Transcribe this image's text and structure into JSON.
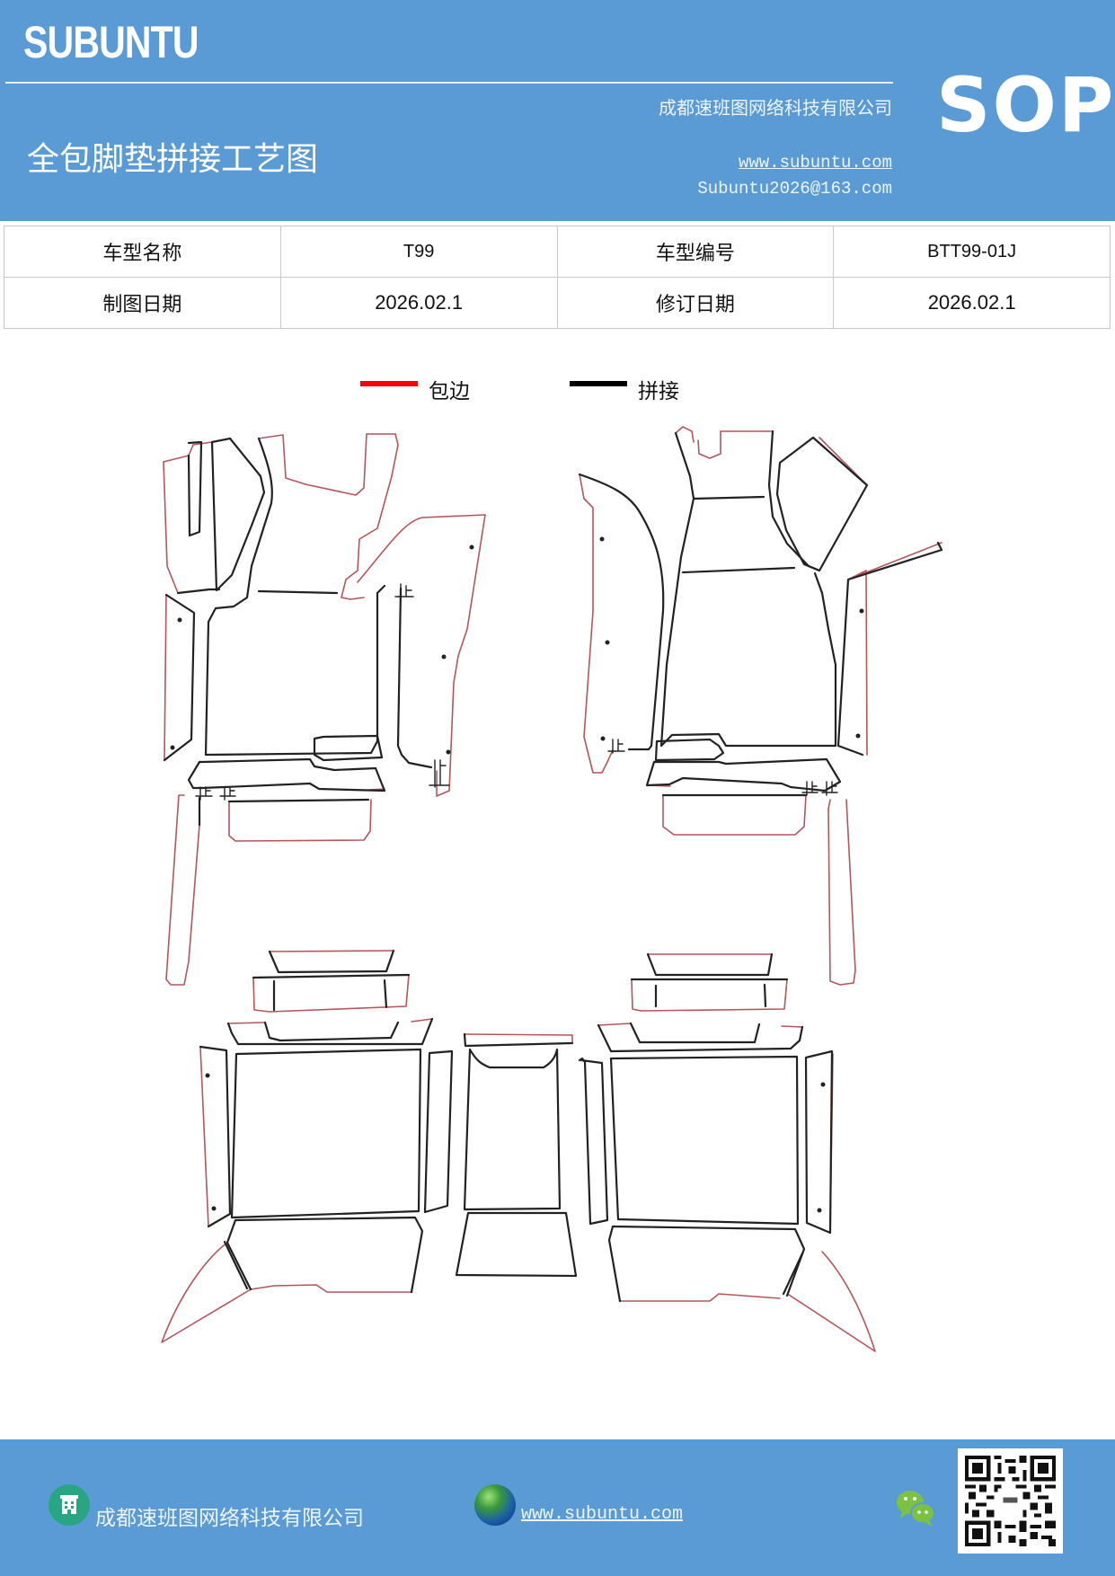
{
  "header": {
    "brand": "SUBUNTU",
    "title": "全包脚垫拼接工艺图",
    "company": "成都速班图网络科技有限公司",
    "website": "www.subuntu.com",
    "email": "Subuntu2026@163.com",
    "badge": "SOP",
    "background_color": "#5b9bd5"
  },
  "info_table": {
    "rows": [
      [
        {
          "label": "车型名称",
          "value": "T99"
        },
        {
          "label": "车型编号",
          "value": "BTT99-01J"
        }
      ],
      [
        {
          "label": "制图日期",
          "value": "2026.02.1"
        },
        {
          "label": "修订日期",
          "value": "2026.02.1"
        }
      ]
    ]
  },
  "legend": {
    "items": [
      {
        "label": "包边",
        "color": "#ff0000"
      },
      {
        "label": "拼接",
        "color": "#000000"
      }
    ]
  },
  "drawing": {
    "description": "Full-surround car floor mat splicing pattern pieces",
    "edge_colors": {
      "binding": "#b5555c",
      "splice": "#222222"
    },
    "stop_mark": "止"
  },
  "footer": {
    "company": "成都速班图网络科技有限公司",
    "website": "www.subuntu.com",
    "icons": [
      "building-icon",
      "globe-icon",
      "wechat-icon",
      "qr-code"
    ]
  }
}
